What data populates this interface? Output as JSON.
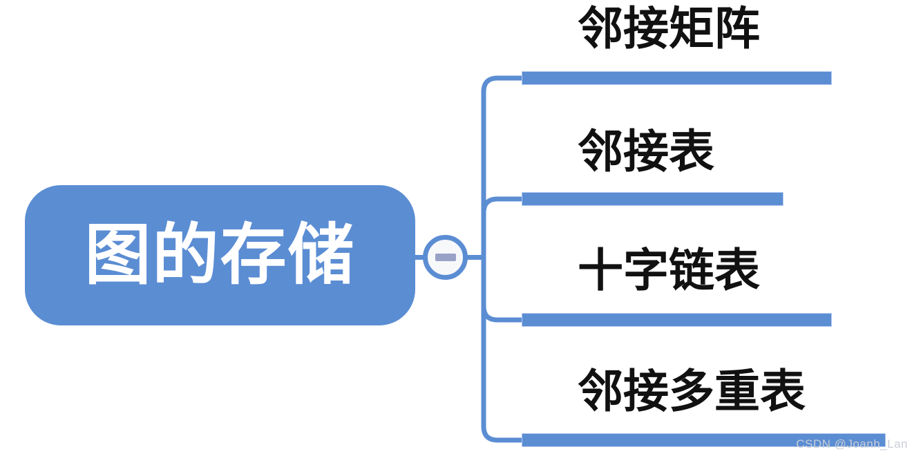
{
  "diagram": {
    "type": "mindmap",
    "root": {
      "label": "图的存储"
    },
    "collapse_button": {
      "state": "expanded",
      "symbol": "minus"
    },
    "branches": [
      {
        "label": "邻接矩阵"
      },
      {
        "label": "邻接表"
      },
      {
        "label": "十字链表"
      },
      {
        "label": "邻接多重表"
      }
    ],
    "colors": {
      "accent": "#5b8dd3",
      "bar_border": "#b7cdf0",
      "minus": "#99a1c7",
      "circle_fill": "#f7f8fa",
      "branch_text": "#111111",
      "root_text": "#ffffff",
      "watermark": "#c9ced6"
    }
  },
  "watermark": {
    "text": "CSDN @Joanh_Lan"
  }
}
